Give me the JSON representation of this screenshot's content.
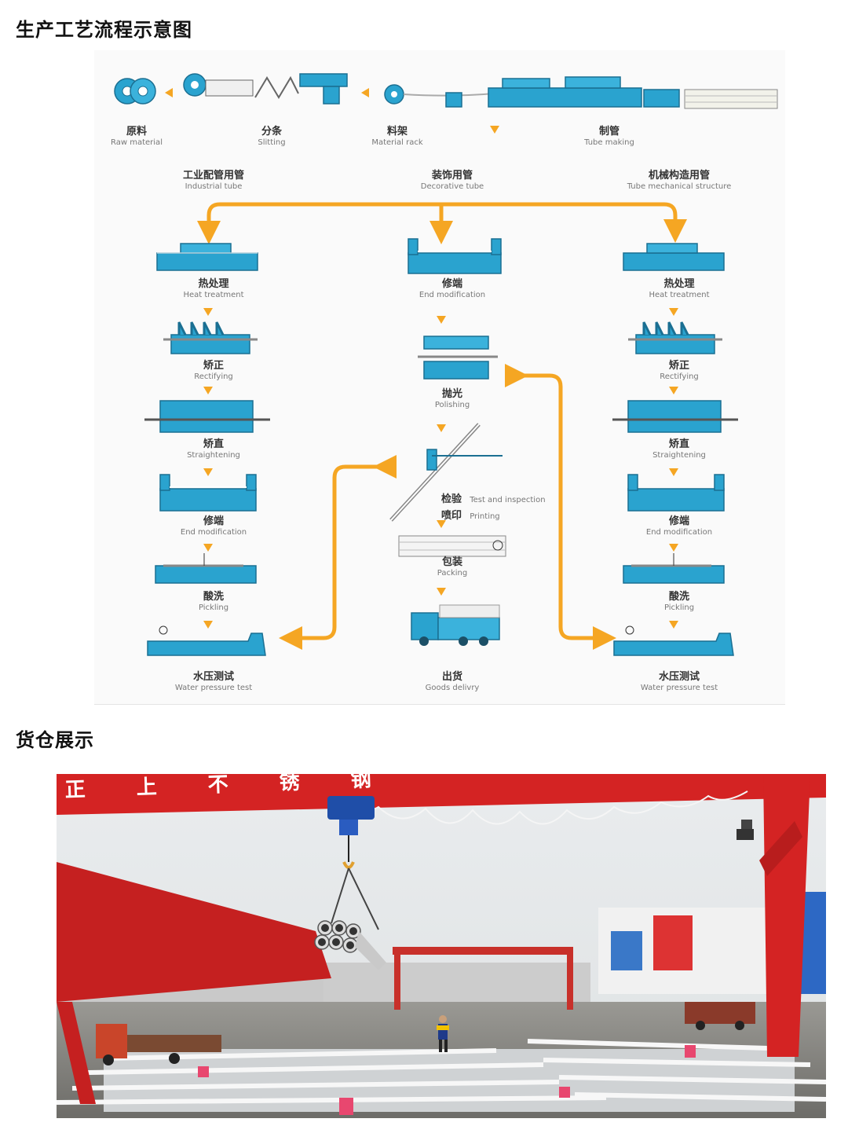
{
  "headings": {
    "process": "生产工艺流程示意图",
    "warehouse": "货仓展示"
  },
  "top_row": [
    {
      "cn": "原料",
      "en": "Raw material"
    },
    {
      "cn": "分条",
      "en": "Slitting"
    },
    {
      "cn": "料架",
      "en": "Material rack"
    },
    {
      "cn": "制管",
      "en": "Tube making"
    }
  ],
  "branches": [
    {
      "cn": "工业配管用管",
      "en": "Industrial tube"
    },
    {
      "cn": "装饰用管",
      "en": "Decorative tube"
    },
    {
      "cn": "机械构造用管",
      "en": "Tube mechanical structure"
    }
  ],
  "left_column": [
    {
      "cn": "热处理",
      "en": "Heat treatment"
    },
    {
      "cn": "矫正",
      "en": "Rectifying"
    },
    {
      "cn": "矫直",
      "en": "Straightening"
    },
    {
      "cn": "修端",
      "en": "End modification"
    },
    {
      "cn": "酸洗",
      "en": "Pickling"
    },
    {
      "cn": "水压测试",
      "en": "Water pressure test"
    }
  ],
  "middle_column": [
    {
      "cn": "修端",
      "en": "End modification"
    },
    {
      "cn": "抛光",
      "en": "Polishing"
    },
    {
      "cn": "检验",
      "en": "Test and inspection"
    },
    {
      "cn": "喷印",
      "en": "Printing"
    },
    {
      "cn": "包装",
      "en": "Packing"
    },
    {
      "cn": "出货",
      "en": "Goods delivry"
    }
  ],
  "right_column": [
    {
      "cn": "热处理",
      "en": "Heat treatment"
    },
    {
      "cn": "矫正",
      "en": "Rectifying"
    },
    {
      "cn": "矫直",
      "en": "Straightening"
    },
    {
      "cn": "修端",
      "en": "End modification"
    },
    {
      "cn": "酸洗",
      "en": "Pickling"
    },
    {
      "cn": "水压测试",
      "en": "Water pressure test"
    }
  ],
  "warehouse_photo": {
    "gantry_sign": "正 上 不 锈 钢"
  },
  "colors": {
    "machine_blue": "#2aa3cf",
    "arrow_orange": "#f5a623",
    "gantry_red": "#d42323"
  }
}
